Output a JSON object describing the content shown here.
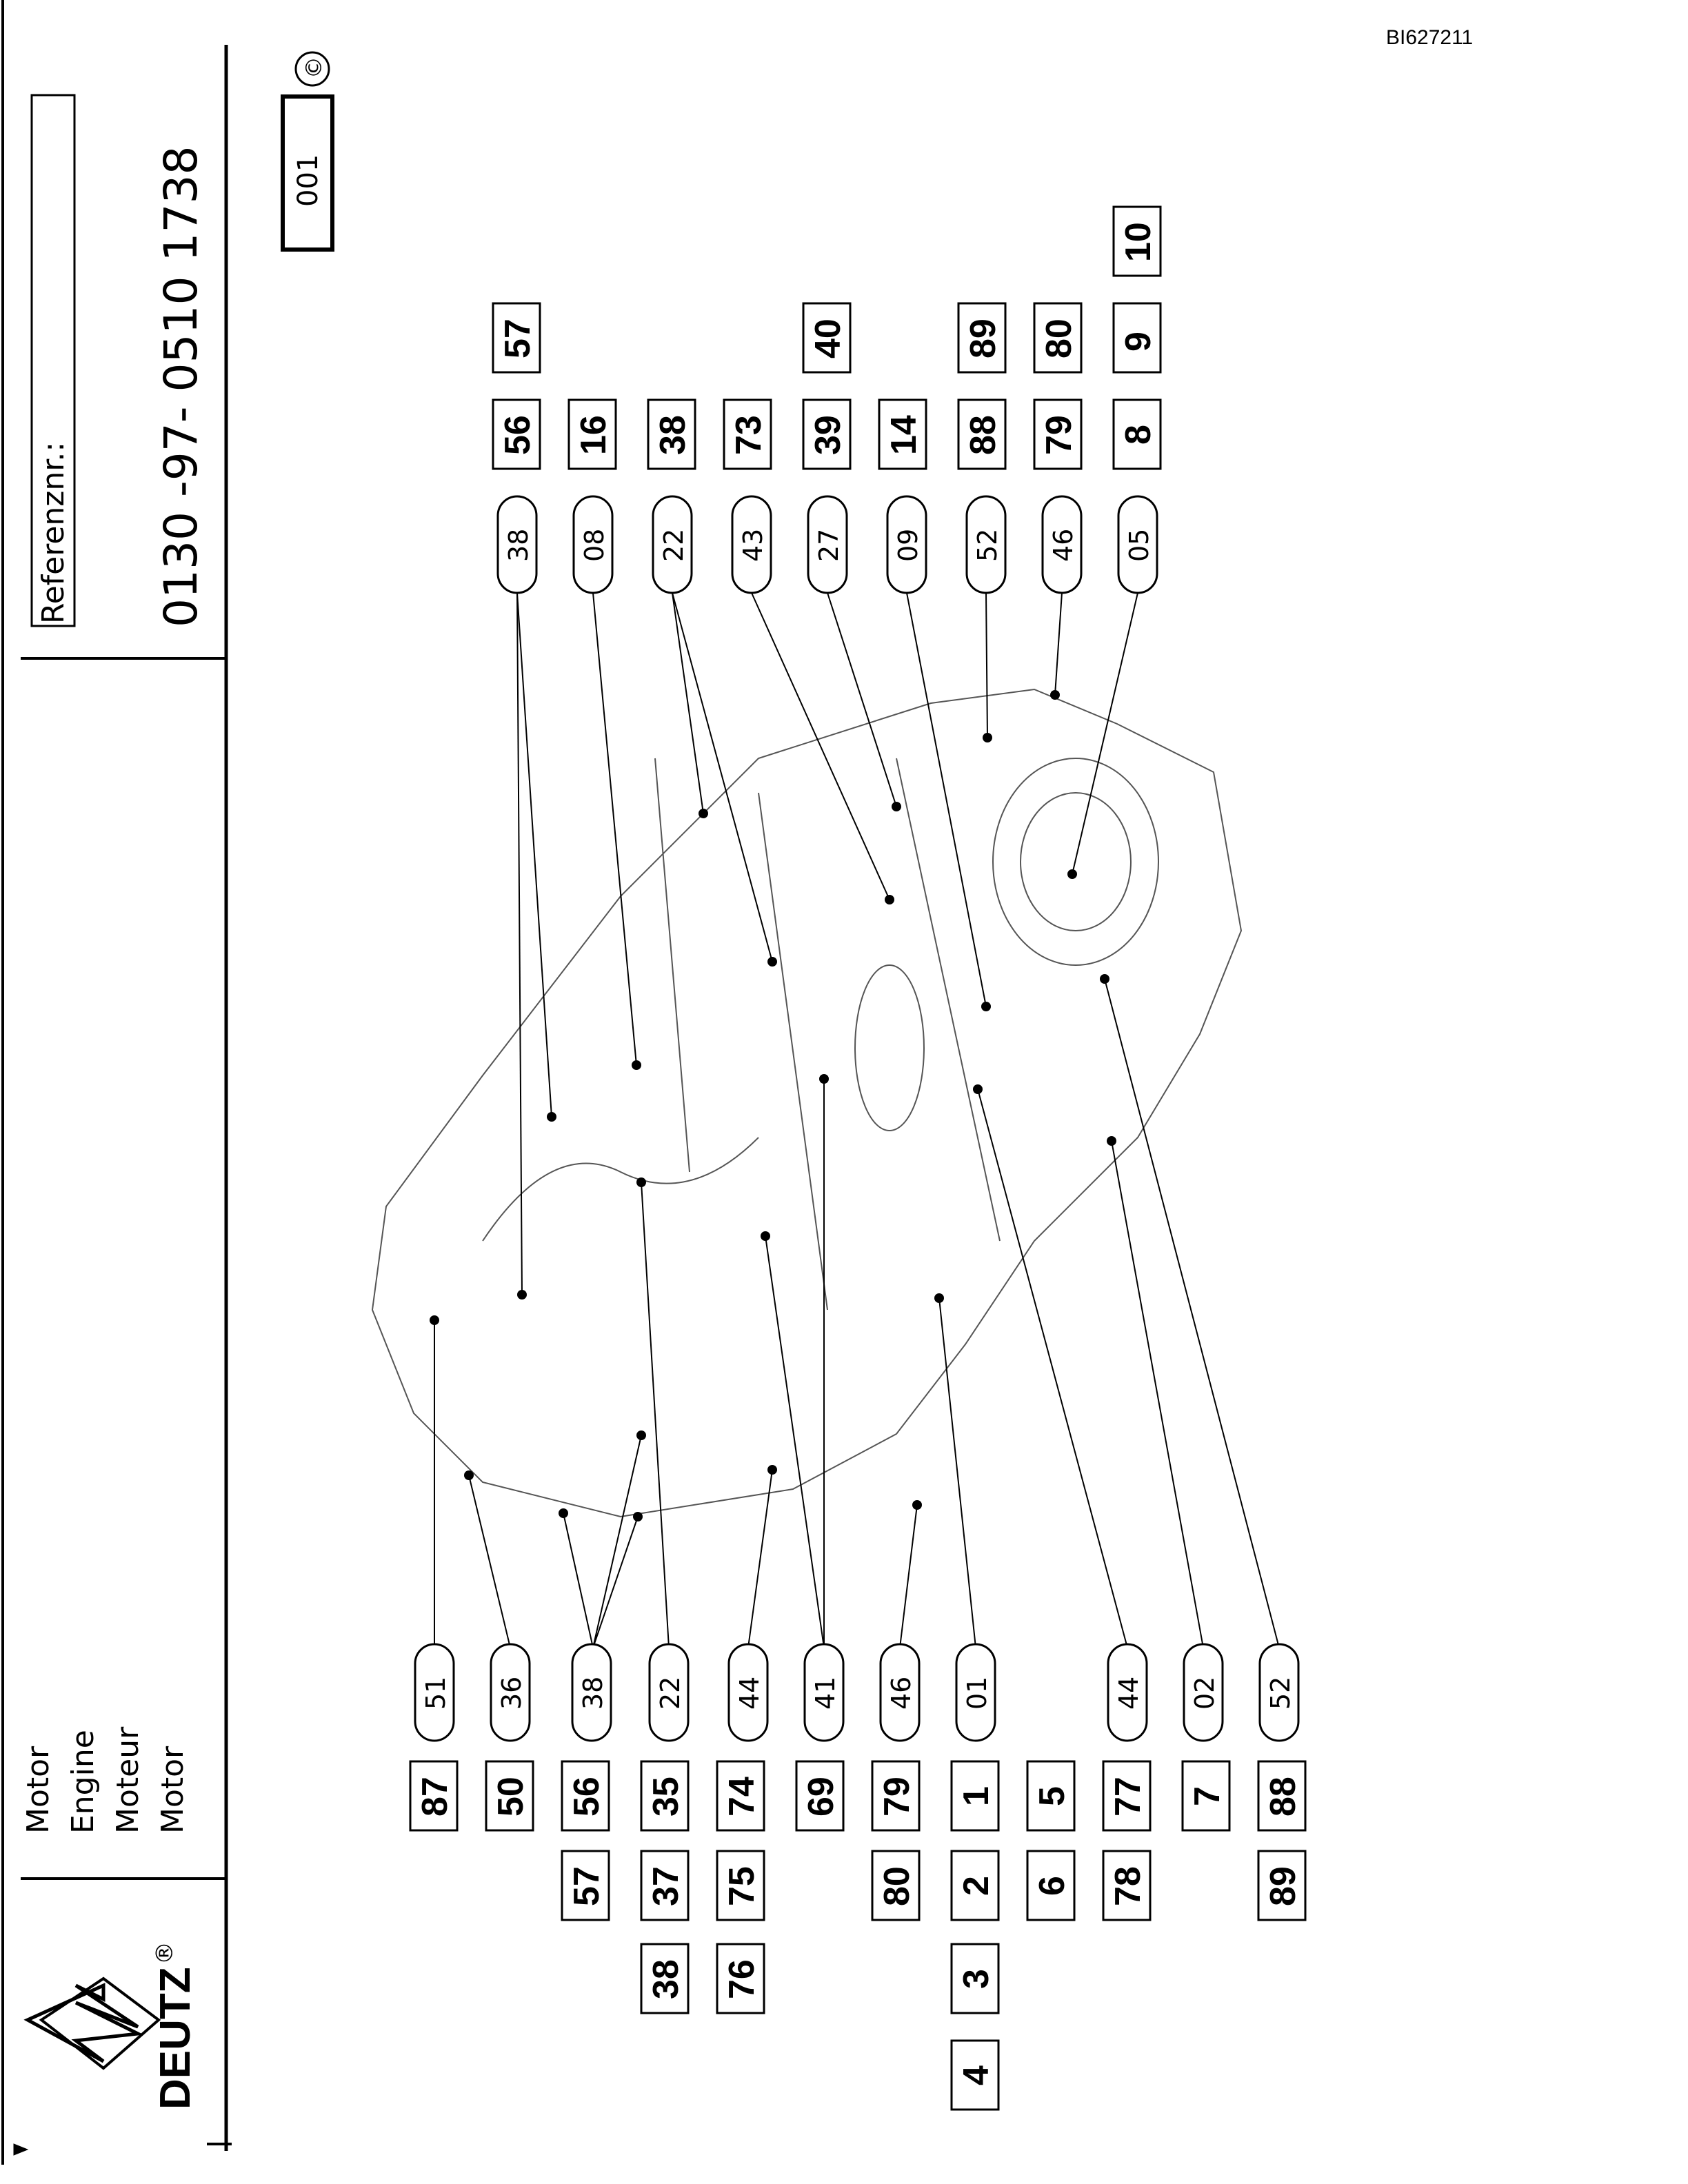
{
  "doc_id": "BI627211",
  "header": {
    "reference_label": "Referenznr.:",
    "reference_number": "0130 -97- 0510 1738",
    "sheet_number": "001",
    "copyright_symbol": "©"
  },
  "title": {
    "lines": [
      "Motor",
      "Engine",
      "Moteur",
      "Motor"
    ]
  },
  "brand": {
    "logo_text": "DEUTZ",
    "registered_mark": "®"
  },
  "callouts": {
    "top": [
      {
        "id": "38",
        "refs": [
          "56",
          "57"
        ]
      },
      {
        "id": "08",
        "refs": [
          "16"
        ]
      },
      {
        "id": "22",
        "refs": [
          "38"
        ]
      },
      {
        "id": "43",
        "refs": [
          "73"
        ]
      },
      {
        "id": "27",
        "refs": [
          "39",
          "40"
        ]
      },
      {
        "id": "09",
        "refs": [
          "14"
        ]
      },
      {
        "id": "52",
        "refs": [
          "88",
          "89"
        ]
      },
      {
        "id": "46",
        "refs": [
          "79",
          "80"
        ]
      },
      {
        "id": "05",
        "refs": [
          "8",
          "9",
          "10"
        ]
      }
    ],
    "bottom": [
      {
        "id": "51",
        "refs": [
          "87"
        ]
      },
      {
        "id": "36",
        "refs": [
          "50"
        ]
      },
      {
        "id": "38",
        "refs": [
          "56",
          "57"
        ]
      },
      {
        "id": "22",
        "refs": [
          "35",
          "37",
          "38"
        ]
      },
      {
        "id": "44",
        "refs": [
          "74",
          "75",
          "76"
        ]
      },
      {
        "id": "41",
        "refs": [
          "69"
        ]
      },
      {
        "id": "46",
        "refs": [
          "79",
          "80"
        ]
      },
      {
        "id": "01",
        "refs": [
          "1",
          "2",
          "3",
          "4"
        ]
      },
      {
        "id": "",
        "refs": [
          "5",
          "6"
        ]
      },
      {
        "id": "44",
        "refs": [
          "77",
          "78"
        ]
      },
      {
        "id": "02",
        "refs": [
          "7"
        ]
      },
      {
        "id": "52",
        "refs": [
          "88",
          "89"
        ]
      }
    ]
  }
}
